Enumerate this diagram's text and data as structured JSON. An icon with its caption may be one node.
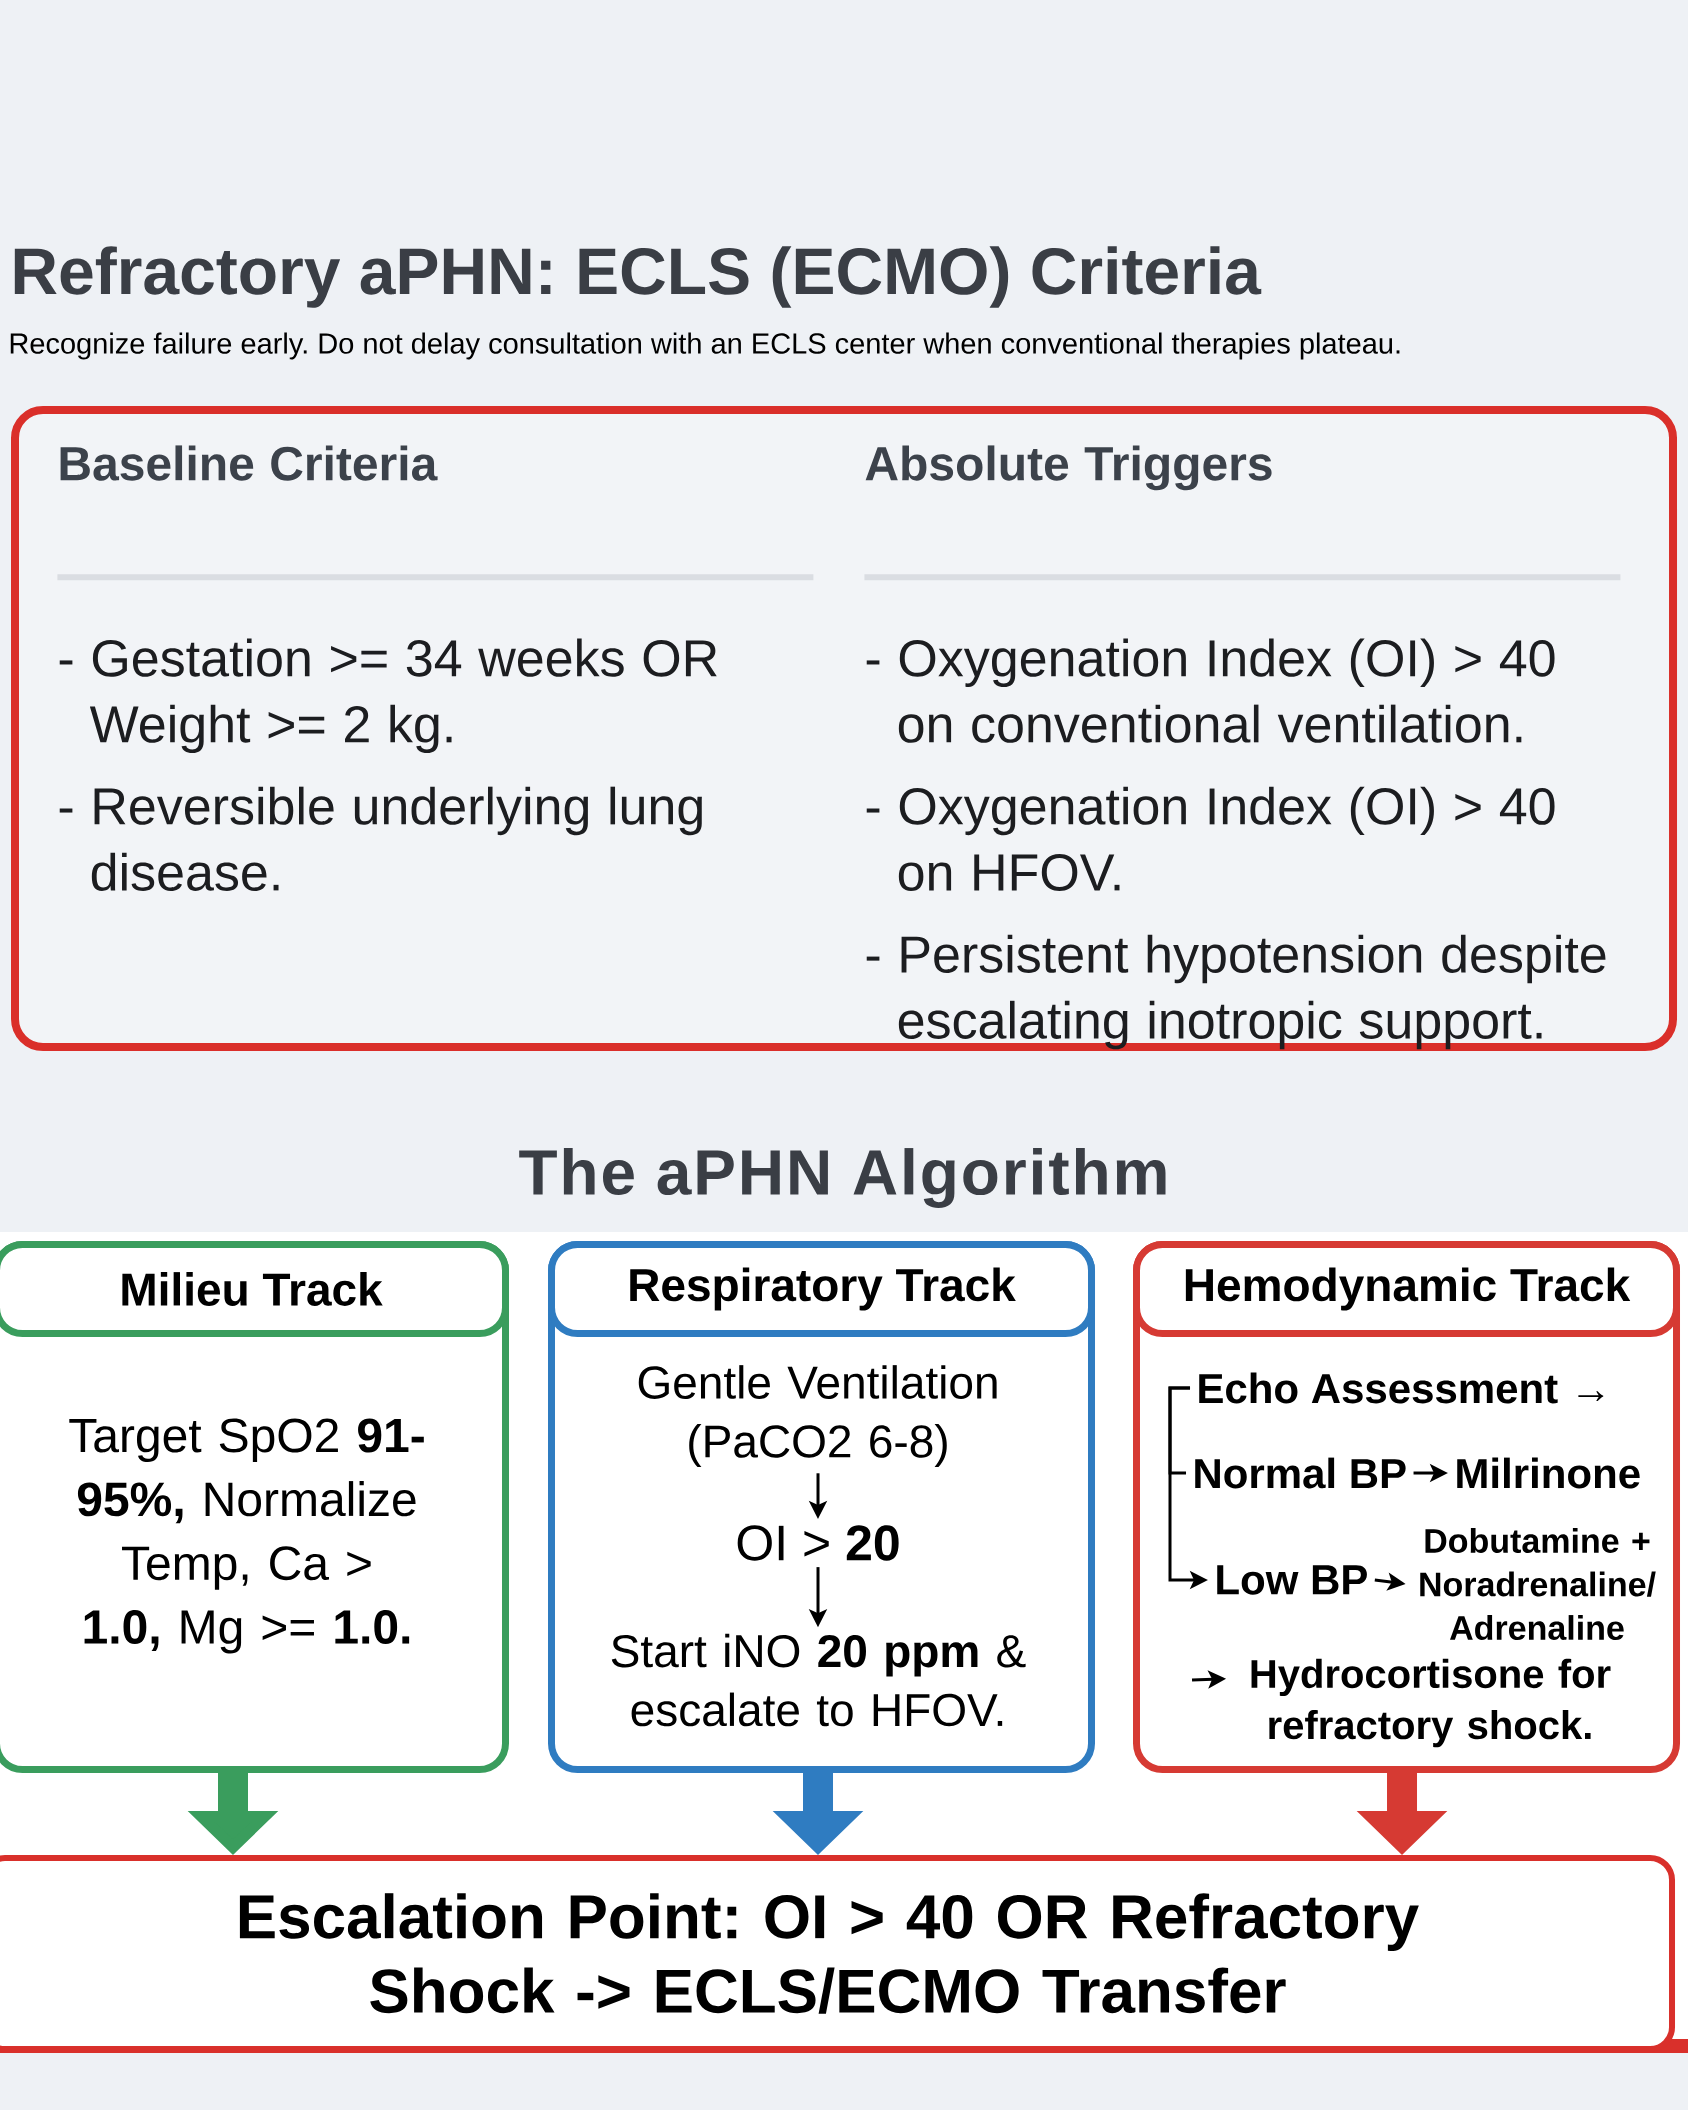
{
  "diagram": {
    "title": "Refractory aPHN: ECLS (ECMO) Criteria",
    "nodes": [
      {
        "text": [],
        "shape": "box"
      },
      {
        "text": [
          "Baseline Criteria",
          "- Gestation >= 34 weeks OR Weight >= 2 kg.",
          "- Reversible underlying lung disease."
        ],
        "in": 0
      },
      {
        "text": [
          "Absolute Triggers",
          "- Oxygenation Index (OI) > 40 on conventional ventilation.",
          "- Oxygenation Index (OI) > 40 on HFOV.",
          "- Persistent hypotension despite escalating inotropic support."
        ],
        "in": 0
      },
      {
        "text": [
          "Milieu Track",
          "Target SpO2 **91-95%,** Normalize Temp, Ca > **1.0,** Mg >= **1.0.**"
        ]
      },
      {
        "text": [
          "Respiratory Track"
        ]
      },
      {
        "text": [
          "Gentle Ventilation (PaCO2 6-8)"
        ],
        "in": 4
      },
      {
        "text": [
          "OI > **20**"
        ],
        "in": 4
      },
      {
        "text": [
          "Start iNO **20 ppm** & escalate to HFOV."
        ],
        "in": 4
      },
      {
        "text": [
          "Hemodynamic Track"
        ]
      },
      {
        "text": [
          "Echo Assessment →"
        ],
        "in": 8
      },
      {
        "text": [
          "Normal BP"
        ],
        "in": 8
      },
      {
        "text": [
          "Milrinone"
        ],
        "in": 8
      },
      {
        "text": [
          "Low BP"
        ],
        "in": 8
      },
      {
        "text": [
          "Dobutamine + Noradrenaline/ Adrenaline"
        ],
        "in": 8
      },
      {
        "text": [
          "Hydrocortisone for refractory shock."
        ],
        "in": 8
      },
      {
        "text": [
          "Escalation Point: OI > 40 OR Refractory Shock -> ECLS/ECMO Transfer"
        ]
      }
    ],
    "edges": [
      {
        "from": 5,
        "to": 6,
        "arrow": "to"
      },
      {
        "from": 6,
        "to": 7,
        "arrow": "to"
      },
      {
        "from": 9,
        "to": 10,
        "arrow": "none"
      },
      {
        "from": 9,
        "to": 12,
        "arrow": "to"
      },
      {
        "from": 10,
        "to": 11,
        "arrow": "to"
      },
      {
        "from": 12,
        "to": 13,
        "arrow": "to"
      },
      {
        "from": null,
        "to": 14,
        "arrow": "to"
      },
      {
        "from": 3,
        "to": 15,
        "arrow": "to",
        "style": "thick",
        "color": "#3a9d5d"
      },
      {
        "from": 4,
        "to": 15,
        "arrow": "to",
        "style": "thick",
        "color": "#2f7cc1"
      },
      {
        "from": 8,
        "to": 15,
        "arrow": "to",
        "style": "thick",
        "color": "#d63a33"
      }
    ],
    "labels": [
      "Recognize failure early. Do not delay consultation with an ECLS center when conventional therapies plateau.",
      "The aPHN Algorithm"
    ]
  }
}
